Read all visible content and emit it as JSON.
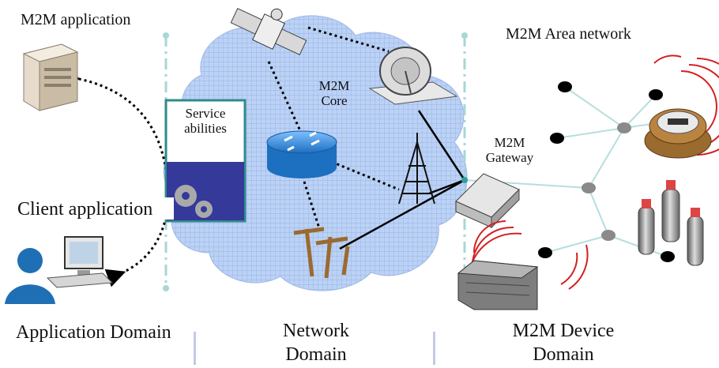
{
  "labels": {
    "m2m_application": "M2M application",
    "m2m_area_network": "M2M Area network",
    "m2m_core": [
      "M2M",
      "Core"
    ],
    "service_abilities": [
      "Service",
      "abilities"
    ],
    "m2m_gateway": [
      "M2M",
      "Gateway"
    ],
    "client_application": "Client application",
    "application_domain": "Application Domain",
    "network_domain": [
      "Network",
      "Domain"
    ],
    "m2m_device_domain": [
      "M2M Device",
      "Domain"
    ]
  },
  "icons": [
    "server-icon",
    "satellite-icon",
    "satellite-dish-icon",
    "router-icon",
    "antenna-tower-icon",
    "utility-pole-icon",
    "gears-icon",
    "user-computer-icon",
    "gateway-box-icon",
    "water-meter-icon",
    "gas-cylinders-icon",
    "device-hub-icon"
  ],
  "colors": {
    "cloud_fill": "#b9cff3",
    "cloud_grid": "#7d9ee0",
    "domain_divider": "#a9d6d6",
    "panel_border": "#2e8b8b",
    "panel_bottom": "#34399a",
    "router": "#4a98d8",
    "device_node": "#000000",
    "hub_node": "#8a8a8a",
    "network_link": "#b6dede",
    "signal_waves": "#d42020"
  }
}
